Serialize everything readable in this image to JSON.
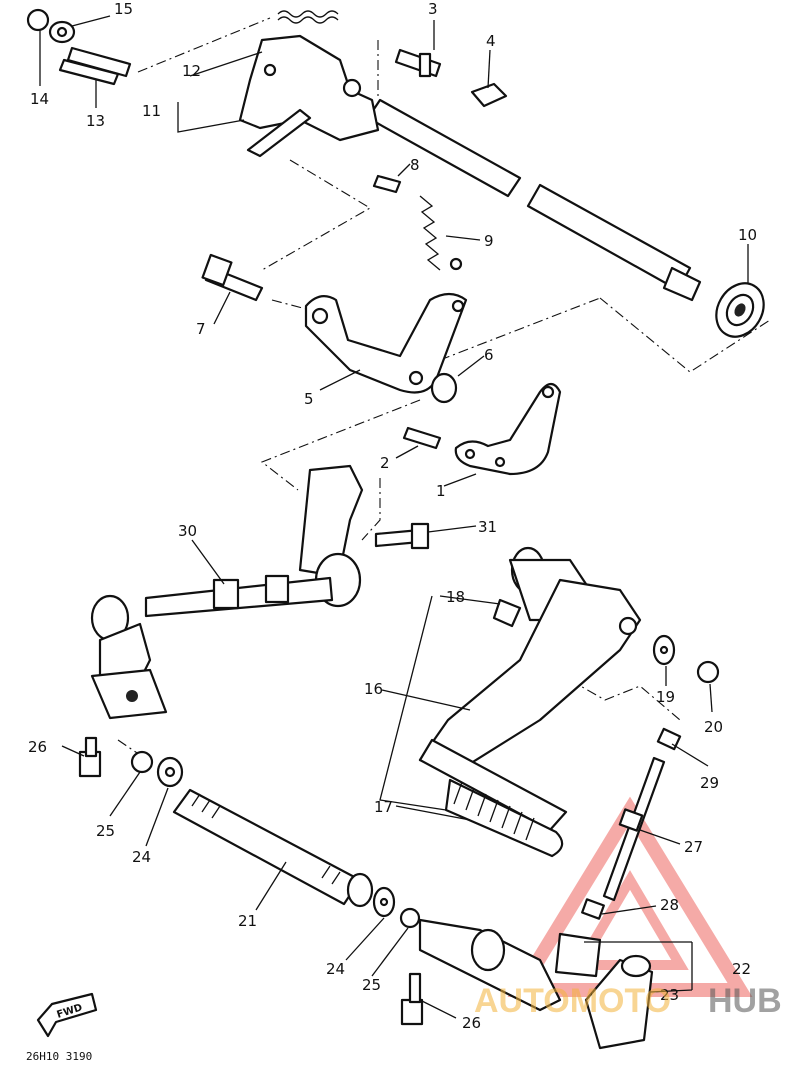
{
  "diagram": {
    "part_labels": [
      "1",
      "2",
      "3",
      "4",
      "5",
      "6",
      "7",
      "8",
      "9",
      "10",
      "11",
      "12",
      "13",
      "14",
      "15",
      "16",
      "17",
      "18",
      "19",
      "20",
      "21",
      "22",
      "23",
      "24",
      "24",
      "25",
      "25",
      "26",
      "26",
      "27",
      "28",
      "29",
      "30",
      "31"
    ],
    "drawing_code": "26H10 3190",
    "direction_marker": "FWD",
    "watermark": {
      "text_left": "AUTOMOTO",
      "text_right": "HUB",
      "accent_color": "#e8423c",
      "secondary_color": "#f4b33c"
    }
  }
}
